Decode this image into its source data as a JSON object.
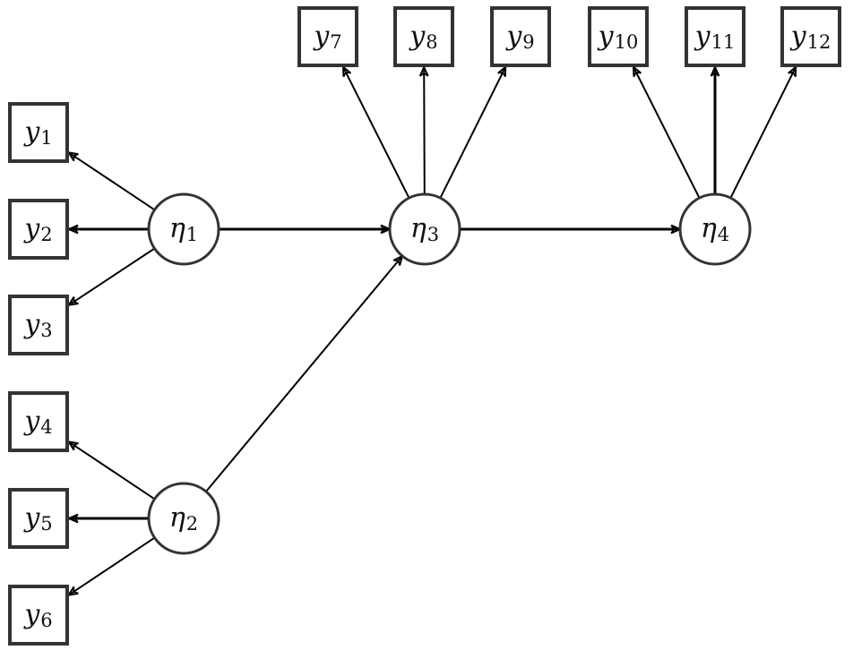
{
  "diagram": {
    "type": "path-diagram",
    "observed": [
      {
        "id": "y1",
        "symbol": "y",
        "subscript": "1"
      },
      {
        "id": "y2",
        "symbol": "y",
        "subscript": "2"
      },
      {
        "id": "y3",
        "symbol": "y",
        "subscript": "3"
      },
      {
        "id": "y4",
        "symbol": "y",
        "subscript": "4"
      },
      {
        "id": "y5",
        "symbol": "y",
        "subscript": "5"
      },
      {
        "id": "y6",
        "symbol": "y",
        "subscript": "6"
      },
      {
        "id": "y7",
        "symbol": "y",
        "subscript": "7"
      },
      {
        "id": "y8",
        "symbol": "y",
        "subscript": "8"
      },
      {
        "id": "y9",
        "symbol": "y",
        "subscript": "9"
      },
      {
        "id": "y10",
        "symbol": "y",
        "subscript": "10"
      },
      {
        "id": "y11",
        "symbol": "y",
        "subscript": "11"
      },
      {
        "id": "y12",
        "symbol": "y",
        "subscript": "12"
      }
    ],
    "latent": [
      {
        "id": "eta1",
        "symbol": "η",
        "subscript": "1"
      },
      {
        "id": "eta2",
        "symbol": "η",
        "subscript": "2"
      },
      {
        "id": "eta3",
        "symbol": "η",
        "subscript": "3"
      },
      {
        "id": "eta4",
        "symbol": "η",
        "subscript": "4"
      }
    ],
    "edges": [
      {
        "from": "eta1",
        "to": "y1"
      },
      {
        "from": "eta1",
        "to": "y2"
      },
      {
        "from": "eta1",
        "to": "y3"
      },
      {
        "from": "eta2",
        "to": "y4"
      },
      {
        "from": "eta2",
        "to": "y5"
      },
      {
        "from": "eta2",
        "to": "y6"
      },
      {
        "from": "eta3",
        "to": "y7"
      },
      {
        "from": "eta3",
        "to": "y8"
      },
      {
        "from": "eta3",
        "to": "y9"
      },
      {
        "from": "eta4",
        "to": "y10"
      },
      {
        "from": "eta4",
        "to": "y11"
      },
      {
        "from": "eta4",
        "to": "y12"
      },
      {
        "from": "eta1",
        "to": "eta3"
      },
      {
        "from": "eta2",
        "to": "eta3"
      },
      {
        "from": "eta3",
        "to": "eta4"
      }
    ],
    "colors": {
      "stroke": "#333333",
      "arrow": "#000000",
      "background": "#ffffff"
    }
  }
}
